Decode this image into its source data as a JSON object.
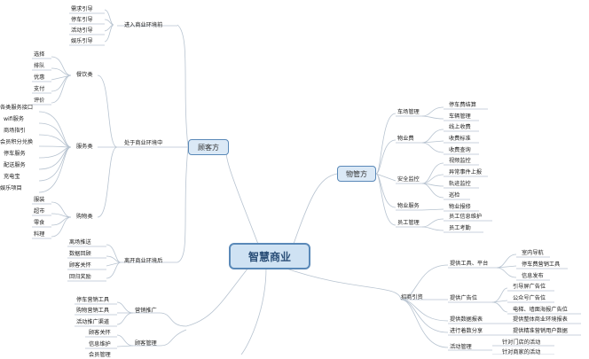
{
  "root": {
    "label": "智慧商业"
  },
  "branches": {
    "customer": {
      "label": "顾客方"
    },
    "property": {
      "label": "物管方"
    }
  },
  "customer": {
    "before": {
      "label": "进入商业环境前",
      "items": [
        "需求引导",
        "停车引导",
        "活动引导",
        "娱乐引导"
      ]
    },
    "during": {
      "label": "处于商业环境中",
      "dining": {
        "label": "餐饮类",
        "items": [
          "选择",
          "排队",
          "优惠",
          "支付",
          "评价"
        ]
      },
      "service": {
        "label": "服务类",
        "items": [
          "各类服务接口",
          "wifi服务",
          "商场指引",
          "会员积分兑换",
          "停车服务",
          "配送服务",
          "充电宝",
          "娱乐项目"
        ]
      },
      "shopping": {
        "label": "购物类",
        "items": [
          "服装",
          "超市",
          "零食",
          "料理"
        ]
      }
    },
    "after": {
      "label": "离开商业环境后",
      "items": [
        "离场推送",
        "数据回顾",
        "顾客关怀",
        "回归奖励"
      ]
    },
    "marketing": {
      "label": "营销推广",
      "items": [
        "停车营销工具",
        "购物营销工具",
        "活动推广渠道"
      ]
    },
    "crm": {
      "label": "顾客管理",
      "items": [
        "顾客关怀",
        "信息维护",
        "会员管理"
      ]
    }
  },
  "property": {
    "parking": {
      "label": "车场管理",
      "items": [
        "停车费结算",
        "车辆管理"
      ]
    },
    "fees": {
      "label": "物业费",
      "items": [
        "线上收费",
        "收费标准",
        "收费查询"
      ]
    },
    "security": {
      "label": "安全监控",
      "items": [
        "视频监控",
        "异常事件上报",
        "轨迹监控",
        "巡检"
      ]
    },
    "service": {
      "label": "物业服务",
      "items": [
        "物业报修"
      ]
    },
    "staff": {
      "label": "员工管理",
      "items": [
        "员工信息维护",
        "员工考勤"
      ]
    }
  },
  "merchant": {
    "label": "招商引资",
    "tools": {
      "label": "提供工具、平台",
      "items": [
        "室内导航",
        "停车费营销工具",
        "信息发布"
      ]
    },
    "ads": {
      "label": "提供广告位",
      "items": [
        "引导屏广告位",
        "公众号广告位",
        "电梯、墙面海报广告位"
      ]
    },
    "report": {
      "label": "提供数据报表",
      "items": [
        "提供整体商业环境报表"
      ]
    },
    "share": {
      "label": "进行着数分享",
      "items": [
        "提供精准营销用户数据"
      ]
    },
    "events": {
      "label": "活动管理",
      "items": [
        "针对门店的活动",
        "针对商家的活动"
      ]
    }
  },
  "colors": {
    "branch_fill": "#dbe9f6",
    "branch_border": "#5a89b8",
    "line": "#aab8c8",
    "root_text": "#2b4f78"
  }
}
